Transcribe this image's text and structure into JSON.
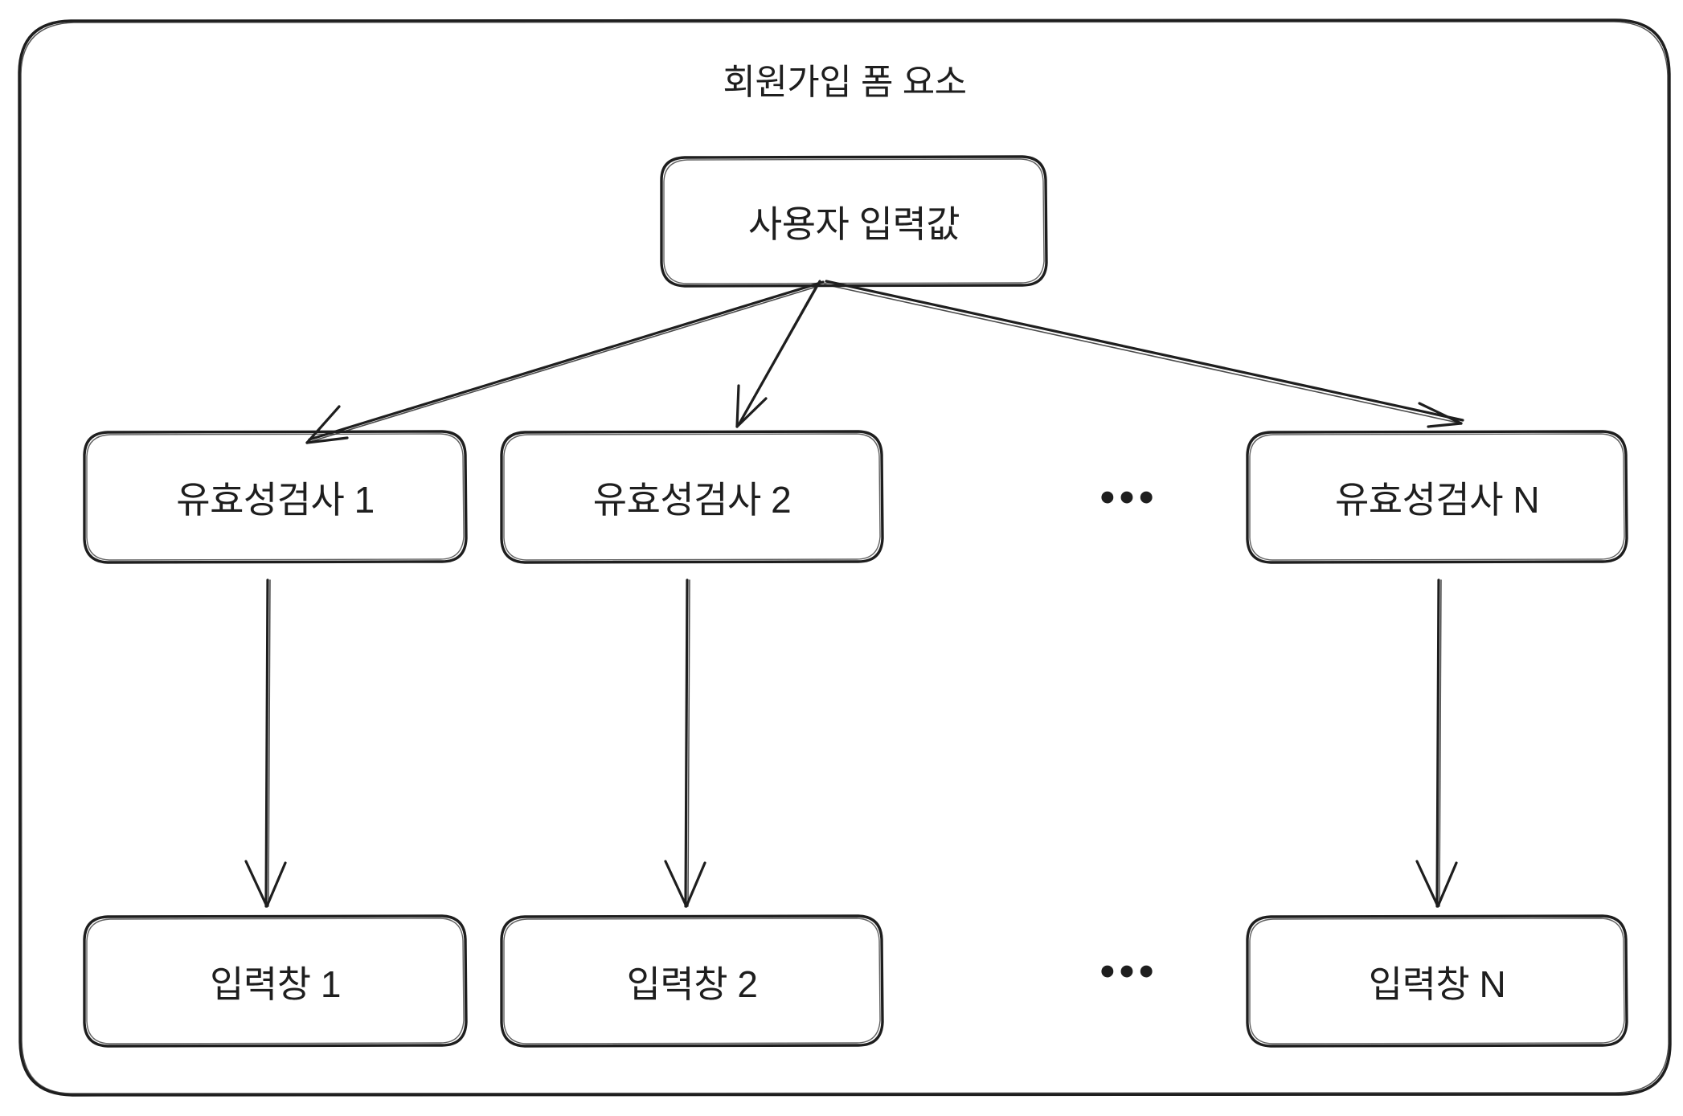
{
  "diagram": {
    "type": "flowchart",
    "style": "hand-drawn-sketch",
    "stroke_color": "#1e1e1e",
    "background_color": "#ffffff",
    "frame": {
      "title": "회원가입 폼 요소",
      "name": "signup-form-elements-frame"
    },
    "nodes": {
      "input_value": {
        "label": "사용자 입력값",
        "role": "source"
      },
      "validators": [
        {
          "label": "유효성검사 1"
        },
        {
          "label": "유효성검사 2"
        },
        {
          "label": "유효성검사 N"
        }
      ],
      "validators_ellipsis": "•••",
      "fields": [
        {
          "label": "입력창 1"
        },
        {
          "label": "입력창 2"
        },
        {
          "label": "입력창 N"
        }
      ],
      "fields_ellipsis": "•••"
    },
    "edges": [
      {
        "from": "사용자 입력값",
        "to": "유효성검사 1",
        "kind": "arrow"
      },
      {
        "from": "사용자 입력값",
        "to": "유효성검사 2",
        "kind": "arrow"
      },
      {
        "from": "사용자 입력값",
        "to": "유효성검사 N",
        "kind": "arrow"
      },
      {
        "from": "유효성검사 1",
        "to": "입력창 1",
        "kind": "arrow"
      },
      {
        "from": "유효성검사 2",
        "to": "입력창 2",
        "kind": "arrow"
      },
      {
        "from": "유효성검사 N",
        "to": "입력창 N",
        "kind": "arrow"
      }
    ]
  }
}
